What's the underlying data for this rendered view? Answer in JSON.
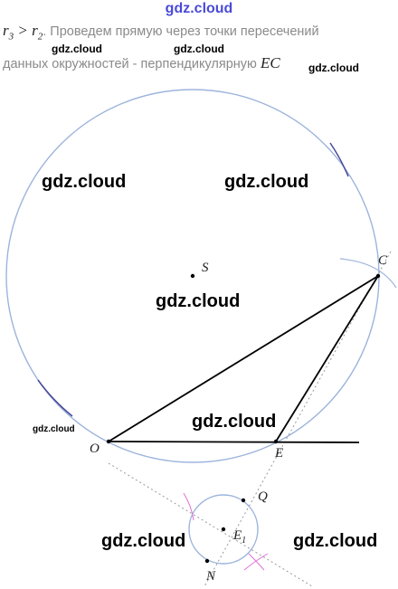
{
  "header": {
    "brand": "gdz.cloud"
  },
  "text": {
    "line1": {
      "r3": "r",
      "r3_sub": "3",
      "gt": " > ",
      "r2": "r",
      "r2_sub": "2",
      "rest": ". Проведем прямую через точки пересечений"
    },
    "line2": {
      "before": "данных окружностей - перпендикулярную ",
      "ec": "EC"
    }
  },
  "watermarks": {
    "w1": "gdz.cloud",
    "w2": "gdz.cloud",
    "w3": "gdz.cloud",
    "w4": "gdz.cloud",
    "w5": "gdz.cloud",
    "w6": "gdz.cloud",
    "w7": "gdz.cloud",
    "w8": "gdz.cloud",
    "w9": "gdz.cloud",
    "w10": "gdz.cloud"
  },
  "points": {
    "S": "S",
    "C": "C",
    "O": "O",
    "E": "E",
    "Q": "Q",
    "E1": "E",
    "E1_sub": "1",
    "N": "N"
  },
  "colors": {
    "circle": "#9db4dc",
    "circle_dark": "#4a4a9a",
    "line": "#000000",
    "dotted": "#999999",
    "arc": "#e070d8"
  }
}
